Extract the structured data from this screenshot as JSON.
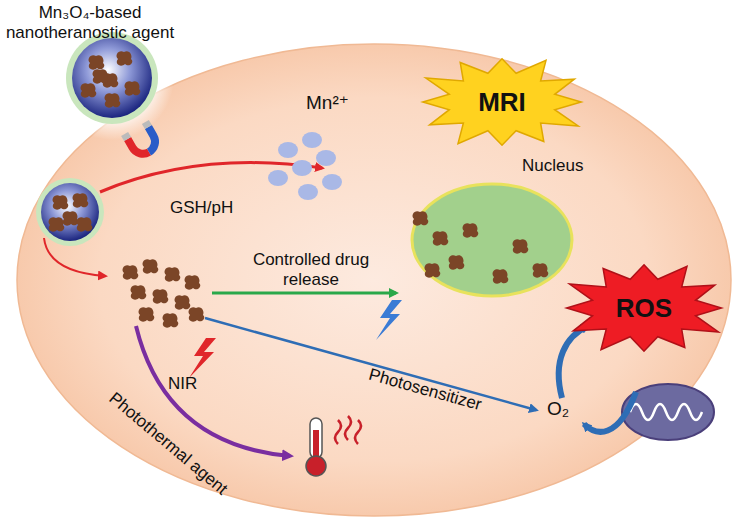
{
  "diagram": {
    "nodes": [
      {
        "text": [
          "MRI"
        ]
      },
      {
        "text": [
          "ROS"
        ]
      }
    ],
    "labels": [
      "Mn₃O₄-based nanotheranostic agent",
      "GSH/pH",
      "Mn²⁺",
      "Nucleus",
      "Controlled drug release",
      "Photosensitizer",
      "O₂",
      "NIR",
      "Photothermal agent"
    ]
  }
}
